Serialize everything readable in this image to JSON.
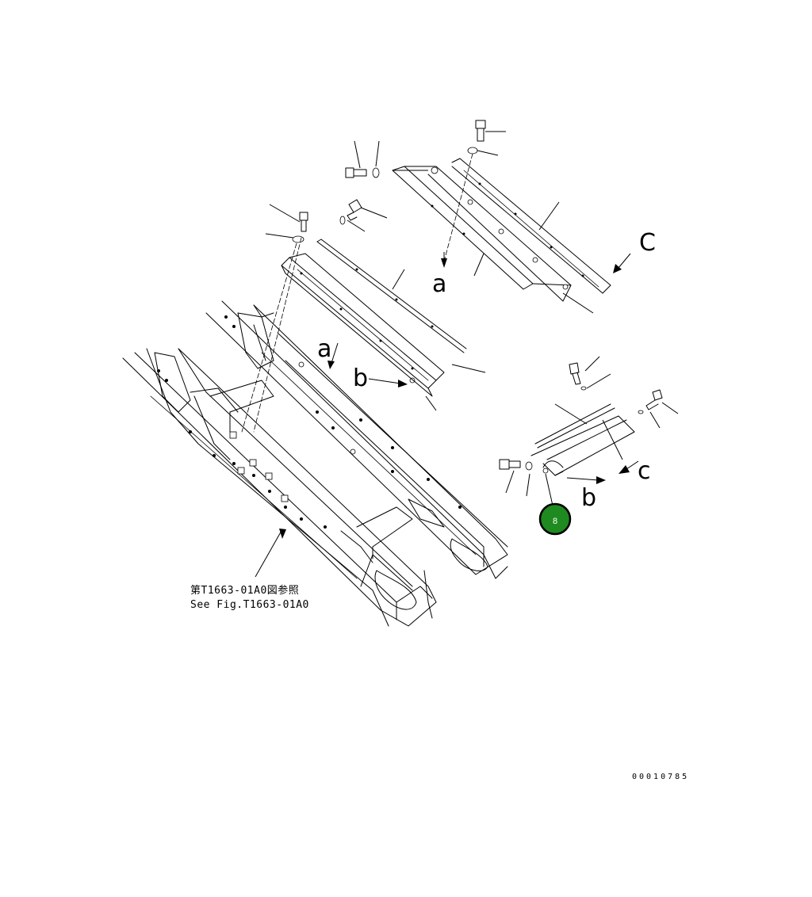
{
  "labels": {
    "a_upper": "a",
    "a_lower": "a",
    "b_left": "b",
    "b_right": "b",
    "c_upper": "C",
    "c_lower": "c"
  },
  "reference": {
    "line_jp": "第T1663-01A0図参照",
    "line_en": "See Fig.T1663-01A0"
  },
  "drawing_code": "00010785",
  "callout": {
    "number": "8",
    "color": "#1f8a1f"
  }
}
